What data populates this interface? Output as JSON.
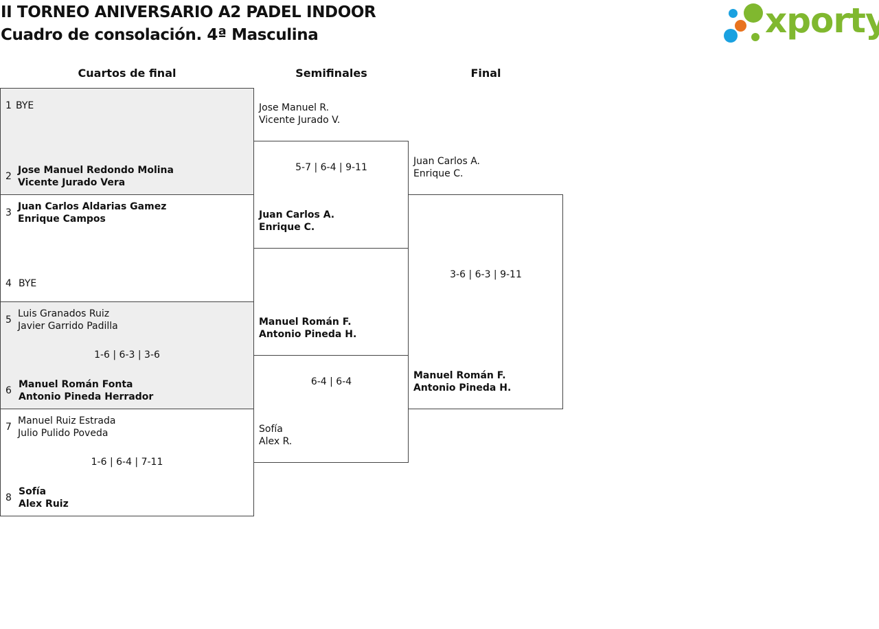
{
  "header": {
    "title": "II TORNEO ANIVERSARIO A2 PADEL INDOOR",
    "subtitle": "Cuadro de consolación. 4ª Masculina",
    "logo_text": "xporty",
    "logo_colors": [
      "#1aa1e0",
      "#80b82f",
      "#e8731e"
    ]
  },
  "rounds": {
    "quarterfinals": "Cuartos de final",
    "semifinals": "Semifinales",
    "final": "Final"
  },
  "quarterfinals": [
    {
      "seed_a": "1",
      "team_a": [
        "BYE"
      ],
      "seed_b": "2",
      "team_b": [
        "Jose Manuel Redondo Molina",
        "Vicente Jurado Vera"
      ],
      "score": ""
    },
    {
      "seed_a": "3",
      "team_a": [
        "Juan Carlos Aldarias Gamez",
        "Enrique Campos"
      ],
      "seed_b": "4",
      "team_b": [
        "BYE"
      ],
      "score": ""
    },
    {
      "seed_a": "5",
      "team_a": [
        "Luis Granados Ruiz",
        "Javier Garrido Padilla"
      ],
      "seed_b": "6",
      "team_b": [
        "Manuel Román Fonta",
        "Antonio Pineda Herrador"
      ],
      "score": "1-6 | 6-3 | 3-6"
    },
    {
      "seed_a": "7",
      "team_a": [
        "Manuel Ruiz Estrada",
        "Julio Pulido Poveda"
      ],
      "seed_b": "8",
      "team_b": [
        "Sofía",
        "Alex Ruiz"
      ],
      "score": "1-6 | 6-4 | 7-11"
    }
  ],
  "semifinals": [
    {
      "team_a": [
        "Jose Manuel R.",
        "Vicente Jurado V."
      ],
      "team_b": [
        "Juan Carlos A.",
        "Enrique C."
      ],
      "score": "5-7 | 6-4 | 9-11"
    },
    {
      "team_a": [
        "Manuel Román F.",
        "Antonio Pineda H."
      ],
      "team_b": [
        "Sofía",
        "Alex R."
      ],
      "score": "6-4 | 6-4"
    }
  ],
  "final": {
    "team_a": [
      "Juan Carlos A.",
      "Enrique C."
    ],
    "team_b": [
      "Manuel Román F.",
      "Antonio Pineda H."
    ],
    "score": "3-6 | 6-3 | 9-11"
  }
}
